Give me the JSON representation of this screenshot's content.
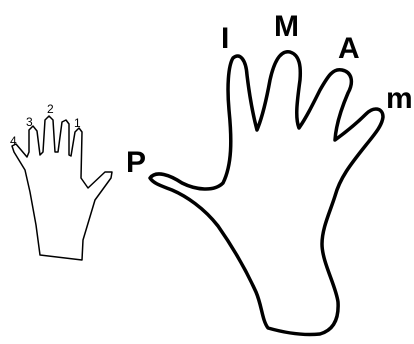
{
  "small_hand": {
    "finger_labels": [
      "4",
      "3",
      "2",
      "1"
    ]
  },
  "large_hand": {
    "finger_labels": {
      "thumb": "P",
      "index": "I",
      "middle": "M",
      "ring": "A",
      "little": "m"
    }
  },
  "colors": {
    "stroke": "#000000",
    "background": "#ffffff"
  }
}
